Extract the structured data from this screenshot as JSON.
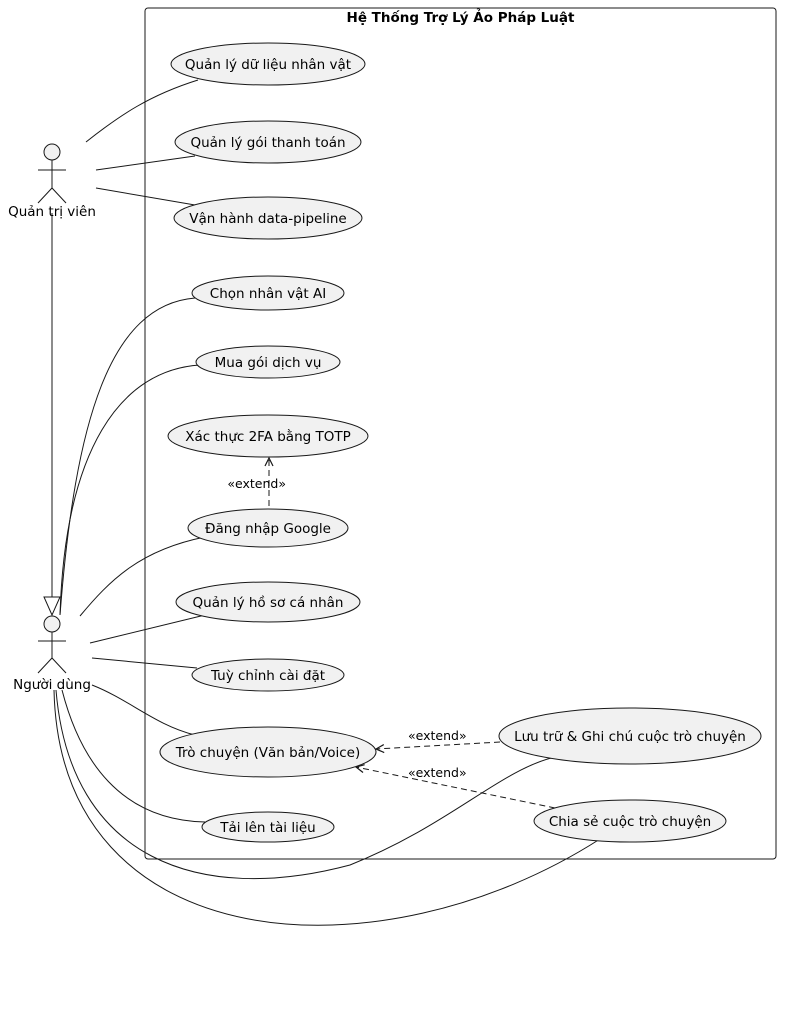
{
  "diagram": {
    "system_title": "Hệ Thống Trợ Lý Ảo Pháp Luật",
    "actors": {
      "admin": "Quản trị viên",
      "user": "Người dùng"
    },
    "use_cases": {
      "manage_character_data": "Quản lý dữ liệu nhân vật",
      "manage_payment_plans": "Quản lý gói thanh toán",
      "operate_data_pipeline": "Vận hành data-pipeline",
      "choose_ai_character": "Chọn nhân vật AI",
      "buy_service_plan": "Mua gói dịch vụ",
      "totp_2fa": "Xác thực 2FA bằng TOTP",
      "google_login": "Đăng nhập Google",
      "manage_profile": "Quản lý hồ sơ cá nhân",
      "customize_settings": "Tuỳ chỉnh cài đặt",
      "chat": "Trò chuyện (Văn bản/Voice)",
      "upload_document": "Tải lên tài liệu",
      "archive_notes": "Lưu trữ & Ghi chú cuộc trò chuyện",
      "share_chat": "Chia sẻ cuộc trò chuyện"
    },
    "relations": {
      "extend_label": "«extend»"
    },
    "colors": {
      "usecase_fill": "#f1f1f1",
      "stroke": "#181818",
      "background": "#ffffff"
    }
  }
}
